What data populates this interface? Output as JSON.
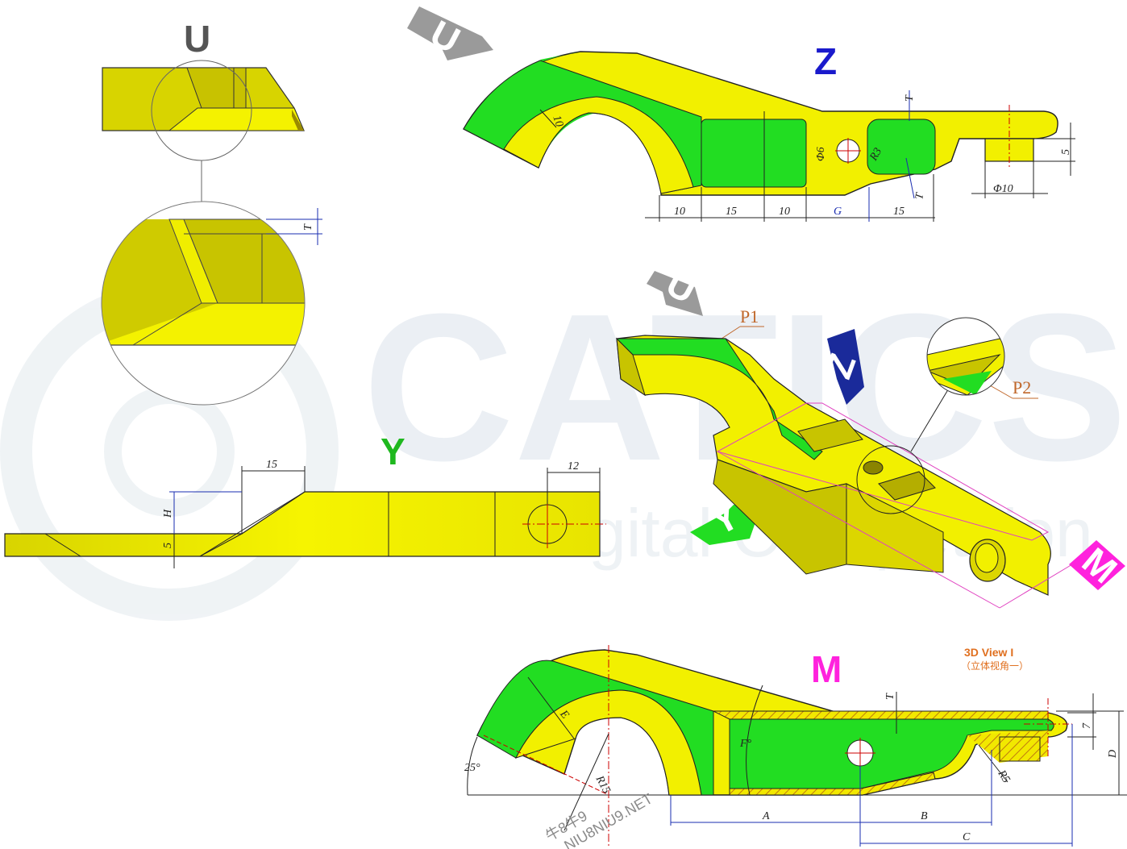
{
  "views": {
    "u": "U",
    "z": "Z",
    "y": "Y",
    "m": "M",
    "iso_u": "U",
    "iso_z": "Z",
    "iso_y": "Y",
    "iso_m": "M"
  },
  "callouts": {
    "p1": "P1",
    "p2": "P2"
  },
  "title": {
    "en": "3D View I",
    "zh": "（立体视角一）"
  },
  "watermark": {
    "big": "CATICS",
    "sub": "CAD Digital Competition",
    "cn": "牛8牛9",
    "net": "NIU8NIU9.NET"
  },
  "dims": {
    "u_detail_t": "T",
    "z_10_r": "10",
    "z_phi6": "Φ6",
    "z_r3": "R3",
    "z_t_top": "T",
    "z_t_bot": "T",
    "z_5": "5",
    "z_phi10": "Φ10",
    "z_b1": "10",
    "z_b2": "15",
    "z_b3": "10",
    "z_b4": "G",
    "z_b5": "15",
    "y_15": "15",
    "y_12": "12",
    "y_h": "H",
    "y_5": "5",
    "m_e": "E",
    "m_r15": "R15",
    "m_25": "25°",
    "m_f": "F°",
    "m_t": "T",
    "m_7": "7",
    "m_d": "D",
    "m_r5": "R5",
    "m_a": "A",
    "m_b": "B",
    "m_c": "C"
  },
  "colors": {
    "yellow": "#f2f000",
    "yellow_shade": "#c9c400",
    "green": "#22dd22",
    "blue": "#1a1acc",
    "green_text": "#1fb81f",
    "magenta": "#ff22dd",
    "gray": "#9a9a9a",
    "navy": "#1a2a9a",
    "dim_blue": "#1a2db0"
  }
}
